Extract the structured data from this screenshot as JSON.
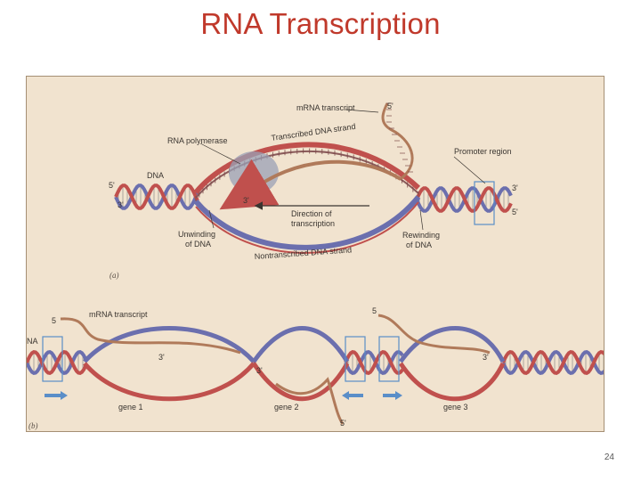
{
  "slide": {
    "title": "RNA Transcription",
    "page_number": "24"
  },
  "panel_a": {
    "mrna_transcript": "mRNA transcript",
    "five_prime_top": "5'",
    "rna_polymerase": "RNA polymerase",
    "transcribed_strand": "Transcribed DNA strand",
    "promoter_region": "Promoter region",
    "dna": "DNA",
    "five_prime_left": "5'",
    "three_prime_left": "3'",
    "three_prime_right": "3'",
    "five_prime_right": "5'",
    "three_prime_rna": "3'",
    "direction_line1": "Direction of",
    "direction_line2": "transcription",
    "unwinding_line1": "Unwinding",
    "unwinding_line2": "of DNA",
    "rewinding_line1": "Rewinding",
    "rewinding_line2": "of DNA",
    "nontranscribed_strand": "Nontranscribed DNA strand",
    "panel_label": "(a)"
  },
  "panel_b": {
    "five_prime_left": "5",
    "mrna_transcript": "mRNA transcript",
    "dna_left": "NA",
    "three_prime_1": "3'",
    "three_prime_2": "3'",
    "five_prime_top": "5",
    "three_prime_3": "3'",
    "five_prime_bottom": "5'",
    "gene1": "gene 1",
    "gene2": "gene 2",
    "gene3": "gene 3",
    "panel_label": "(b)"
  },
  "colors": {
    "title": "#c0392b",
    "strand_red": "#c0504d",
    "strand_blue": "#6b6fae",
    "strand_dark": "#7e4a4a",
    "rna": "#b07a5a",
    "polymerase": "#9aa0b5",
    "background": "#f1e3cf",
    "arrow_blue": "#5a8ec8"
  }
}
